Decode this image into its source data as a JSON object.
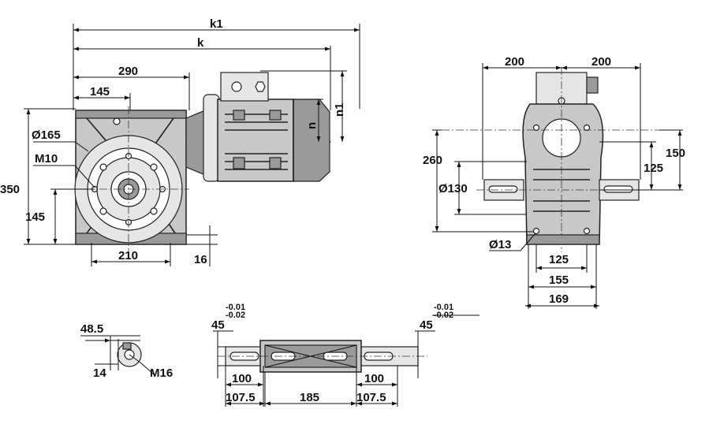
{
  "dimensions": {
    "k1": "k1",
    "k": "k",
    "d290": "290",
    "d145_top": "145",
    "dia165": "Ø165",
    "m10": "M10",
    "d350": "350",
    "d145_left": "145",
    "d210": "210",
    "d16": "16",
    "n1": "n1",
    "n": "n",
    "d200_left": "200",
    "d200_right": "200",
    "d260": "260",
    "dia130": "Ø130",
    "d150": "150",
    "d125_right": "125",
    "dia13": "Ø13",
    "d125_bottom": "125",
    "d155": "155",
    "d169": "169",
    "d48_5": "48.5",
    "d14": "14",
    "m16": "M16",
    "d45_left": "45",
    "tol_left_upper": "-0.01",
    "tol_left_lower": "-0.02",
    "d45_right": "45",
    "tol_right_upper": "-0.01",
    "tol_right_lower": "-0.02",
    "d100_left": "100",
    "d100_right": "100",
    "d107_5_left": "107.5",
    "d185": "185",
    "d107_5_right": "107.5"
  }
}
